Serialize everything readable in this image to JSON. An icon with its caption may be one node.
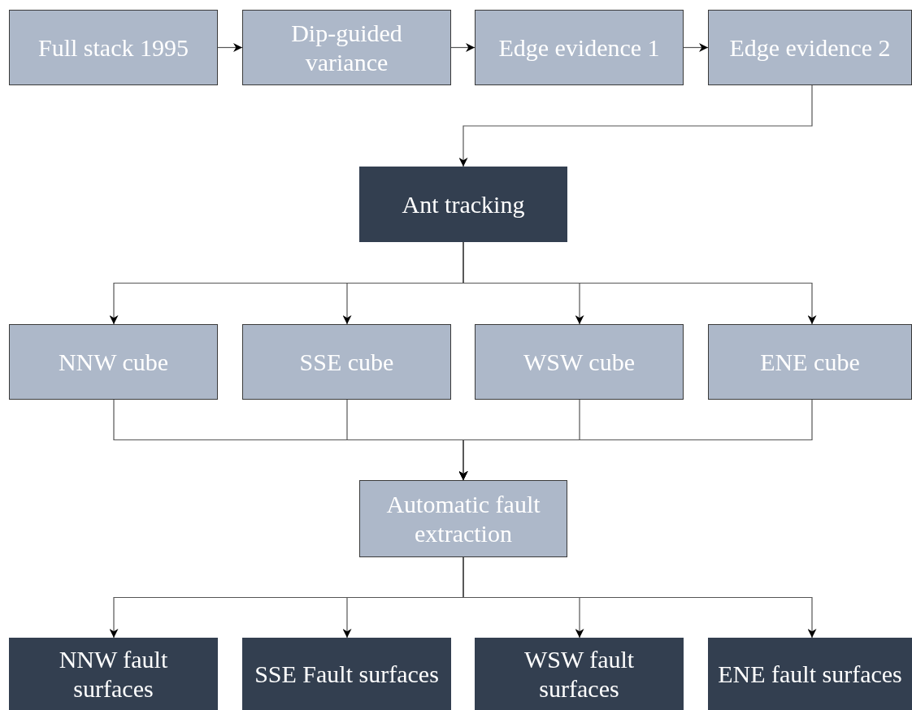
{
  "diagram": {
    "nodes": [
      {
        "text": [
          "Full stack 1995"
        ]
      },
      {
        "text": [
          "Dip-guided variance"
        ]
      },
      {
        "text": [
          "Edge evidence 1"
        ]
      },
      {
        "text": [
          "Edge evidence 2"
        ]
      },
      {
        "text": [
          "Ant tracking"
        ]
      },
      {
        "text": [
          "NNW cube"
        ]
      },
      {
        "text": [
          "SSE cube"
        ]
      },
      {
        "text": [
          "WSW cube"
        ]
      },
      {
        "text": [
          "ENE cube"
        ]
      },
      {
        "text": [
          "Automatic fault extraction"
        ]
      },
      {
        "text": [
          "NNW fault surfaces"
        ]
      },
      {
        "text": [
          "SSE Fault surfaces"
        ]
      },
      {
        "text": [
          "WSW fault surfaces"
        ]
      },
      {
        "text": [
          "ENE fault surfaces"
        ]
      }
    ],
    "edges": [
      {
        "from": 0,
        "to": 1,
        "arrow": "to"
      },
      {
        "from": 1,
        "to": 2,
        "arrow": "to"
      },
      {
        "from": 2,
        "to": 3,
        "arrow": "to"
      },
      {
        "from": 3,
        "to": 4,
        "arrow": "to"
      },
      {
        "from": 4,
        "to": 5,
        "arrow": "to"
      },
      {
        "from": 4,
        "to": 6,
        "arrow": "to"
      },
      {
        "from": 4,
        "to": 7,
        "arrow": "to"
      },
      {
        "from": 4,
        "to": 8,
        "arrow": "to"
      },
      {
        "from": 5,
        "to": 9,
        "arrow": "to"
      },
      {
        "from": 6,
        "to": 9,
        "arrow": "to"
      },
      {
        "from": 7,
        "to": 9,
        "arrow": "to"
      },
      {
        "from": 8,
        "to": 9,
        "arrow": "to"
      },
      {
        "from": 9,
        "to": 10,
        "arrow": "to"
      },
      {
        "from": 9,
        "to": 11,
        "arrow": "to"
      },
      {
        "from": 9,
        "to": 12,
        "arrow": "to"
      },
      {
        "from": 9,
        "to": 13,
        "arrow": "to"
      }
    ]
  }
}
